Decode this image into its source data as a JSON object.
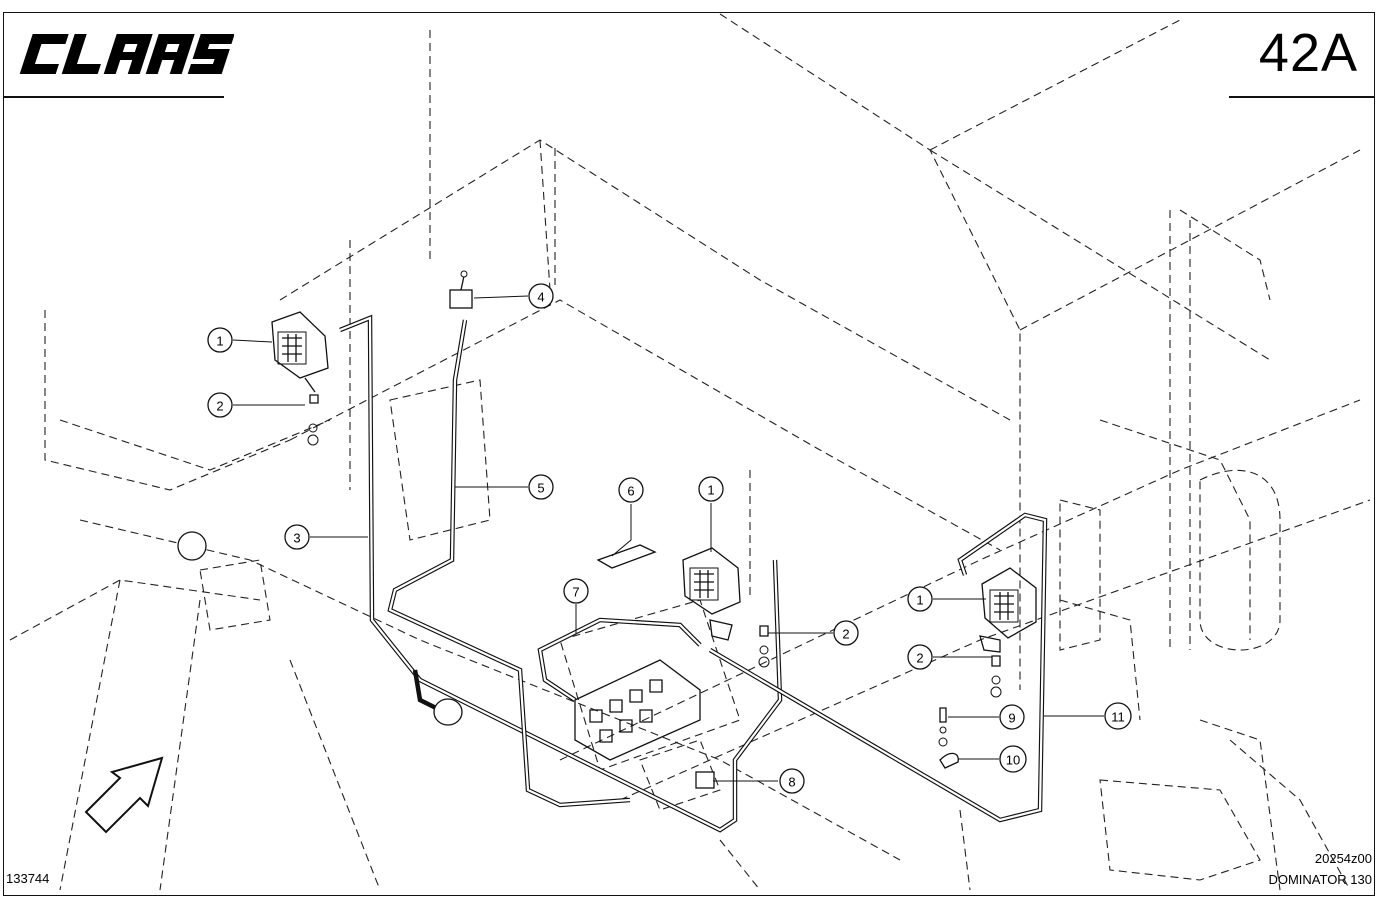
{
  "header": {
    "brand": "CLAAS",
    "sheet_number": "42A"
  },
  "footer": {
    "document_number": "133744",
    "drawing_number": "20254z00",
    "model": "DOMINATOR 130"
  },
  "callouts": [
    {
      "label": "1"
    },
    {
      "label": "2"
    },
    {
      "label": "3"
    },
    {
      "label": "4"
    },
    {
      "label": "5"
    },
    {
      "label": "6"
    },
    {
      "label": "1"
    },
    {
      "label": "7"
    },
    {
      "label": "2"
    },
    {
      "label": "8"
    },
    {
      "label": "1"
    },
    {
      "label": "2"
    },
    {
      "label": "9"
    },
    {
      "label": "10"
    },
    {
      "label": "11"
    }
  ],
  "colors": {
    "line": "#111111",
    "background": "#ffffff"
  }
}
